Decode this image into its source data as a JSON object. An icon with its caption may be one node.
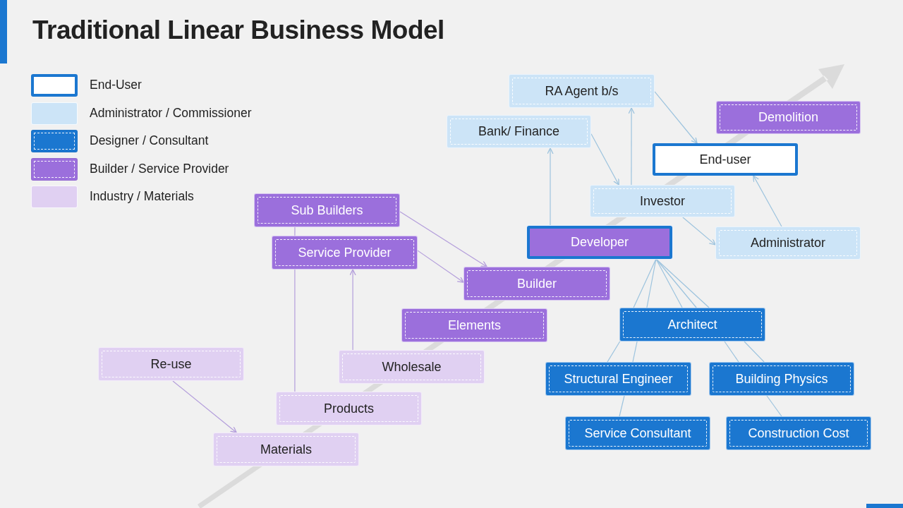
{
  "diagram": {
    "title": "Traditional Linear Business Model",
    "nodes": [
      {
        "text": [
          "RA Agent b/s"
        ]
      },
      {
        "text": [
          "Demolition"
        ]
      },
      {
        "text": [
          "Bank/ Finance"
        ]
      },
      {
        "text": [
          "End-user"
        ]
      },
      {
        "text": [
          "Investor"
        ]
      },
      {
        "text": [
          "Sub Builders"
        ]
      },
      {
        "text": [
          "Developer"
        ]
      },
      {
        "text": [
          "Administrator"
        ]
      },
      {
        "text": [
          "Service Provider"
        ]
      },
      {
        "text": [
          "Builder"
        ]
      },
      {
        "text": [
          "Architect"
        ]
      },
      {
        "text": [
          "Elements"
        ]
      },
      {
        "text": [
          "Re-use"
        ]
      },
      {
        "text": [
          "Wholesale"
        ]
      },
      {
        "text": [
          "Structural Engineer"
        ]
      },
      {
        "text": [
          "Building Physics"
        ]
      },
      {
        "text": [
          "Products"
        ]
      },
      {
        "text": [
          "Service Consultant"
        ]
      },
      {
        "text": [
          "Construction Cost"
        ]
      },
      {
        "text": [
          "Materials"
        ]
      }
    ],
    "edges": [
      {
        "from": 6,
        "to": 2,
        "arrow": "to"
      },
      {
        "from": 4,
        "to": 0,
        "arrow": "to"
      },
      {
        "from": 2,
        "to": 4,
        "arrow": "to"
      },
      {
        "from": 0,
        "to": 3,
        "arrow": "to"
      },
      {
        "from": 4,
        "to": 7,
        "arrow": "to"
      },
      {
        "from": 7,
        "to": 3,
        "arrow": "to"
      },
      {
        "from": 5,
        "to": 9,
        "arrow": "to",
        "color": "#b39ddb"
      },
      {
        "from": 8,
        "to": 9,
        "arrow": "to",
        "color": "#b39ddb"
      },
      {
        "from": 13,
        "to": 8,
        "arrow": "to",
        "color": "#b39ddb"
      },
      {
        "from": 16,
        "to": 8,
        "arrow": "none",
        "color": "#b39ddb"
      },
      {
        "from": 8,
        "to": 5,
        "arrow": "none",
        "color": "#b39ddb"
      },
      {
        "from": 12,
        "to": 19,
        "arrow": "to",
        "color": "#b39ddb"
      },
      {
        "from": 6,
        "to": 10,
        "arrow": "none"
      },
      {
        "from": 6,
        "to": 10,
        "arrow": "none"
      },
      {
        "from": 6,
        "to": 10,
        "arrow": "none"
      },
      {
        "from": 6,
        "to": 10,
        "arrow": "none"
      },
      {
        "from": 6,
        "to": 10,
        "arrow": "none"
      },
      {
        "from": 10,
        "to": 14,
        "arrow": "none"
      },
      {
        "from": 10,
        "to": 14,
        "arrow": "none"
      },
      {
        "from": 10,
        "to": 15,
        "arrow": "none"
      },
      {
        "from": 10,
        "to": 15,
        "arrow": "none"
      },
      {
        "from": 14,
        "to": 17,
        "arrow": "none"
      },
      {
        "from": 15,
        "to": 18,
        "arrow": "none"
      }
    ],
    "legend": [
      {
        "text": "End-User",
        "color": "#ffffff"
      },
      {
        "text": "Administrator / Commissioner",
        "color": "#cce4f7"
      },
      {
        "text": "Designer / Consultant",
        "color": "#1b77d0"
      },
      {
        "text": "Builder / Service Provider",
        "color": "#9b6fdc"
      },
      {
        "text": "Industry / Materials",
        "color": "#e0d0f2"
      }
    ]
  }
}
